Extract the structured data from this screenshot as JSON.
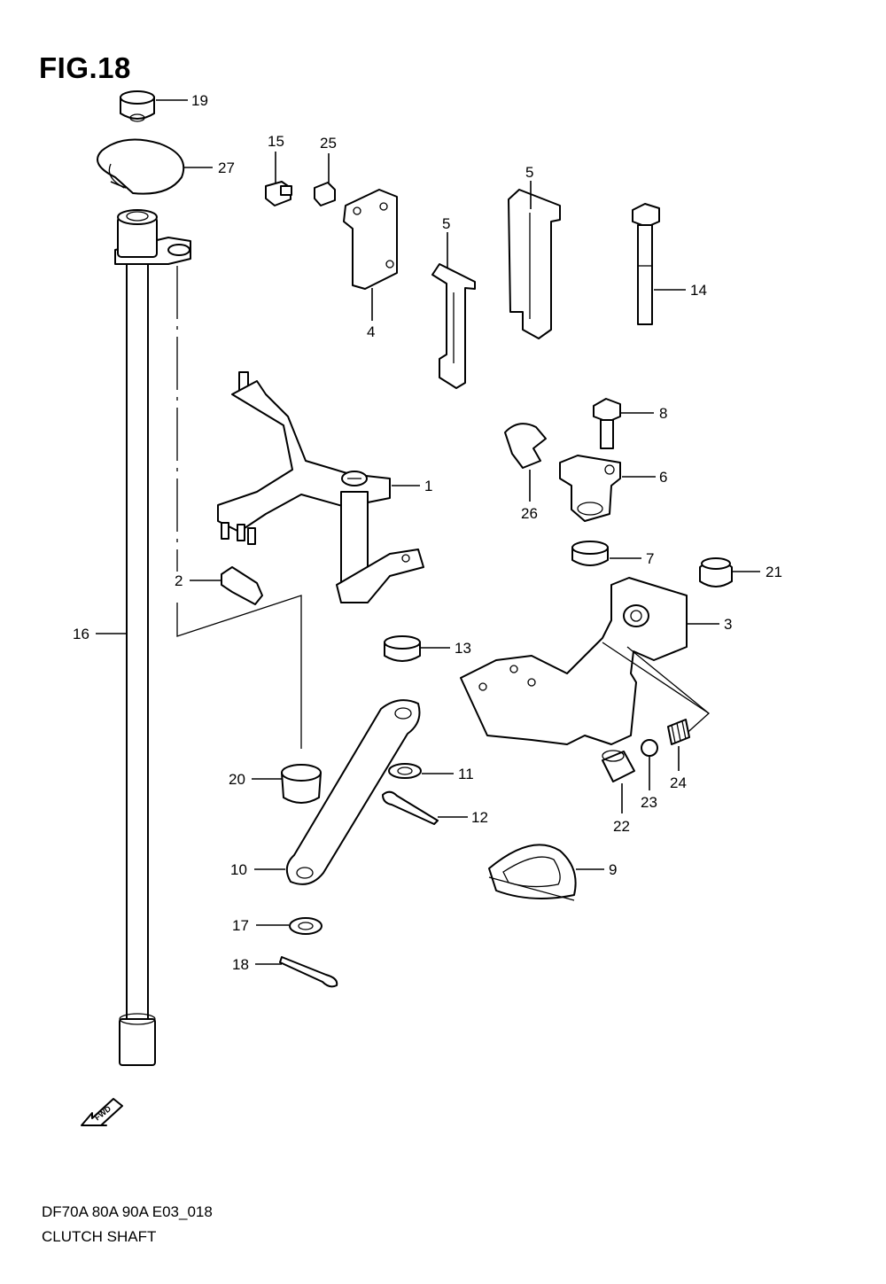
{
  "figure": {
    "title": "FIG.18",
    "model_code": "DF70A 80A 90A E03_018",
    "section_name": "CLUTCH SHAFT",
    "fwd_marker": "FWD"
  },
  "callouts": {
    "c1": "1",
    "c2": "2",
    "c3": "3",
    "c4": "4",
    "c5a": "5",
    "c5b": "5",
    "c6": "6",
    "c7": "7",
    "c8": "8",
    "c9": "9",
    "c10": "10",
    "c11": "11",
    "c12": "12",
    "c13": "13",
    "c14": "14",
    "c15": "15",
    "c16": "16",
    "c17": "17",
    "c18": "18",
    "c19": "19",
    "c20": "20",
    "c21": "21",
    "c22": "22",
    "c23": "23",
    "c24": "24",
    "c25": "25",
    "c26": "26",
    "c27": "27"
  }
}
